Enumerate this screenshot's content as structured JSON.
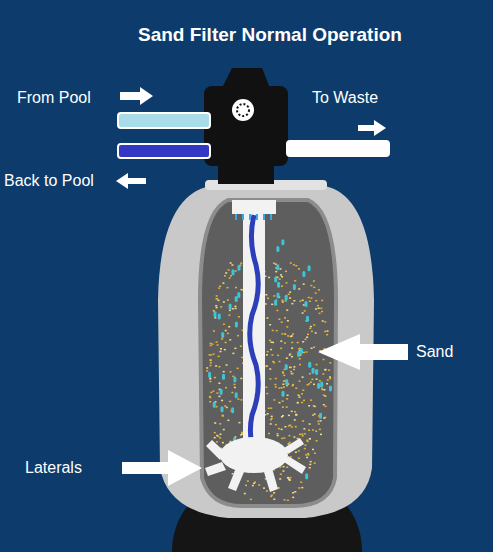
{
  "diagram": {
    "title": "Sand Filter Normal Operation",
    "labels": [
      "From Pool",
      "To Waste",
      "Back to Pool",
      "Sand",
      "Laterals"
    ]
  }
}
